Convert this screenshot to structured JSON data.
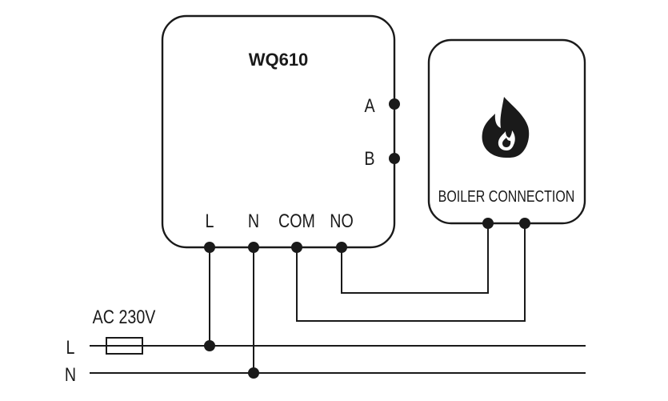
{
  "device": {
    "model": "WQ610"
  },
  "terminals": {
    "a": "A",
    "b": "B",
    "l": "L",
    "n": "N",
    "com": "COM",
    "no": "NO"
  },
  "boiler": {
    "label": "BOILER CONNECTION",
    "icon": "flame-icon"
  },
  "supply": {
    "voltage": "AC 230V",
    "line": "L",
    "neutral": "N"
  },
  "colors": {
    "ink": "#1a1a1a",
    "background": "#ffffff"
  }
}
